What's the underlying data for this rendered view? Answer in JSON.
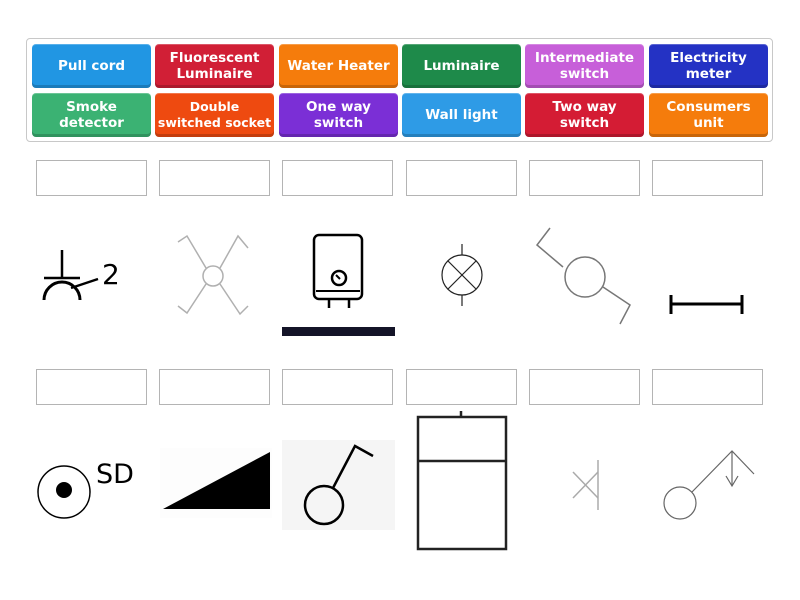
{
  "tiles": [
    {
      "label": "Pull cord",
      "color": "#2196e3"
    },
    {
      "label": "Fluorescent\nLuminaire",
      "color": "#d11f36"
    },
    {
      "label": "Water Heater",
      "color": "#f57c0c"
    },
    {
      "label": "Luminaire",
      "color": "#1e8a4a"
    },
    {
      "label": "Intermediate\nswitch",
      "color": "#c75fd9"
    },
    {
      "label": "Electricity\nmeter",
      "color": "#2432c4"
    },
    {
      "label": "Smoke\ndetector",
      "color": "#3bb273"
    },
    {
      "label": "Double\nswitched socket",
      "color": "#ee4a10"
    },
    {
      "label": "One way\nswitch",
      "color": "#7b2fd6"
    },
    {
      "label": "Wall light",
      "color": "#2e9be6"
    },
    {
      "label": "Two way\nswitch",
      "color": "#d41c34"
    },
    {
      "label": "Consumers\nunit",
      "color": "#f57c0c"
    }
  ],
  "drop_zones": {
    "row1": [
      "",
      "",
      "",
      "",
      "",
      ""
    ],
    "row2": [
      "",
      "",
      "",
      "",
      "",
      ""
    ]
  },
  "symbols": {
    "row1": [
      {
        "icon": "pull-cord-switch-symbol",
        "label": "2"
      },
      {
        "icon": "fluorescent-x-circle-symbol"
      },
      {
        "icon": "water-heater-icon"
      },
      {
        "icon": "luminaire-crossed-circle-symbol"
      },
      {
        "icon": "two-way-switch-symbol"
      },
      {
        "icon": "fluorescent-tube-symbol"
      }
    ],
    "row2": [
      {
        "icon": "smoke-detector-symbol",
        "label": "SD"
      },
      {
        "icon": "consumer-unit-triangle-symbol"
      },
      {
        "icon": "one-way-switch-symbol"
      },
      {
        "icon": "electricity-meter-symbol"
      },
      {
        "icon": "wall-light-symbol"
      },
      {
        "icon": "intermediate-switch-symbol"
      }
    ]
  }
}
